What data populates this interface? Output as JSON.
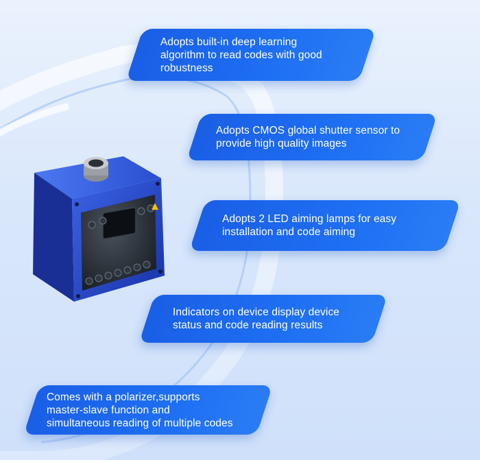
{
  "colors": {
    "background": "#dce8fb",
    "pill": "#1e6ff3",
    "device_housing": "#1f44c8"
  },
  "features": [
    {
      "text": "Adopts built-in deep learning\n algorithm to read codes with good\nrobustness"
    },
    {
      "text": "Adopts CMOS global shutter sensor to\nprovide high quality images"
    },
    {
      "text": "Adopts 2 LED aiming lamps for easy\ninstallation and code aiming"
    },
    {
      "text": "Indicators on device display device\nstatus and code reading results"
    },
    {
      "text": "Comes with a polarizer,supports\nmaster-slave function and\nsimultaneous reading of multiple codes"
    }
  ],
  "image": {
    "subject": "barcode-scanner-device"
  }
}
